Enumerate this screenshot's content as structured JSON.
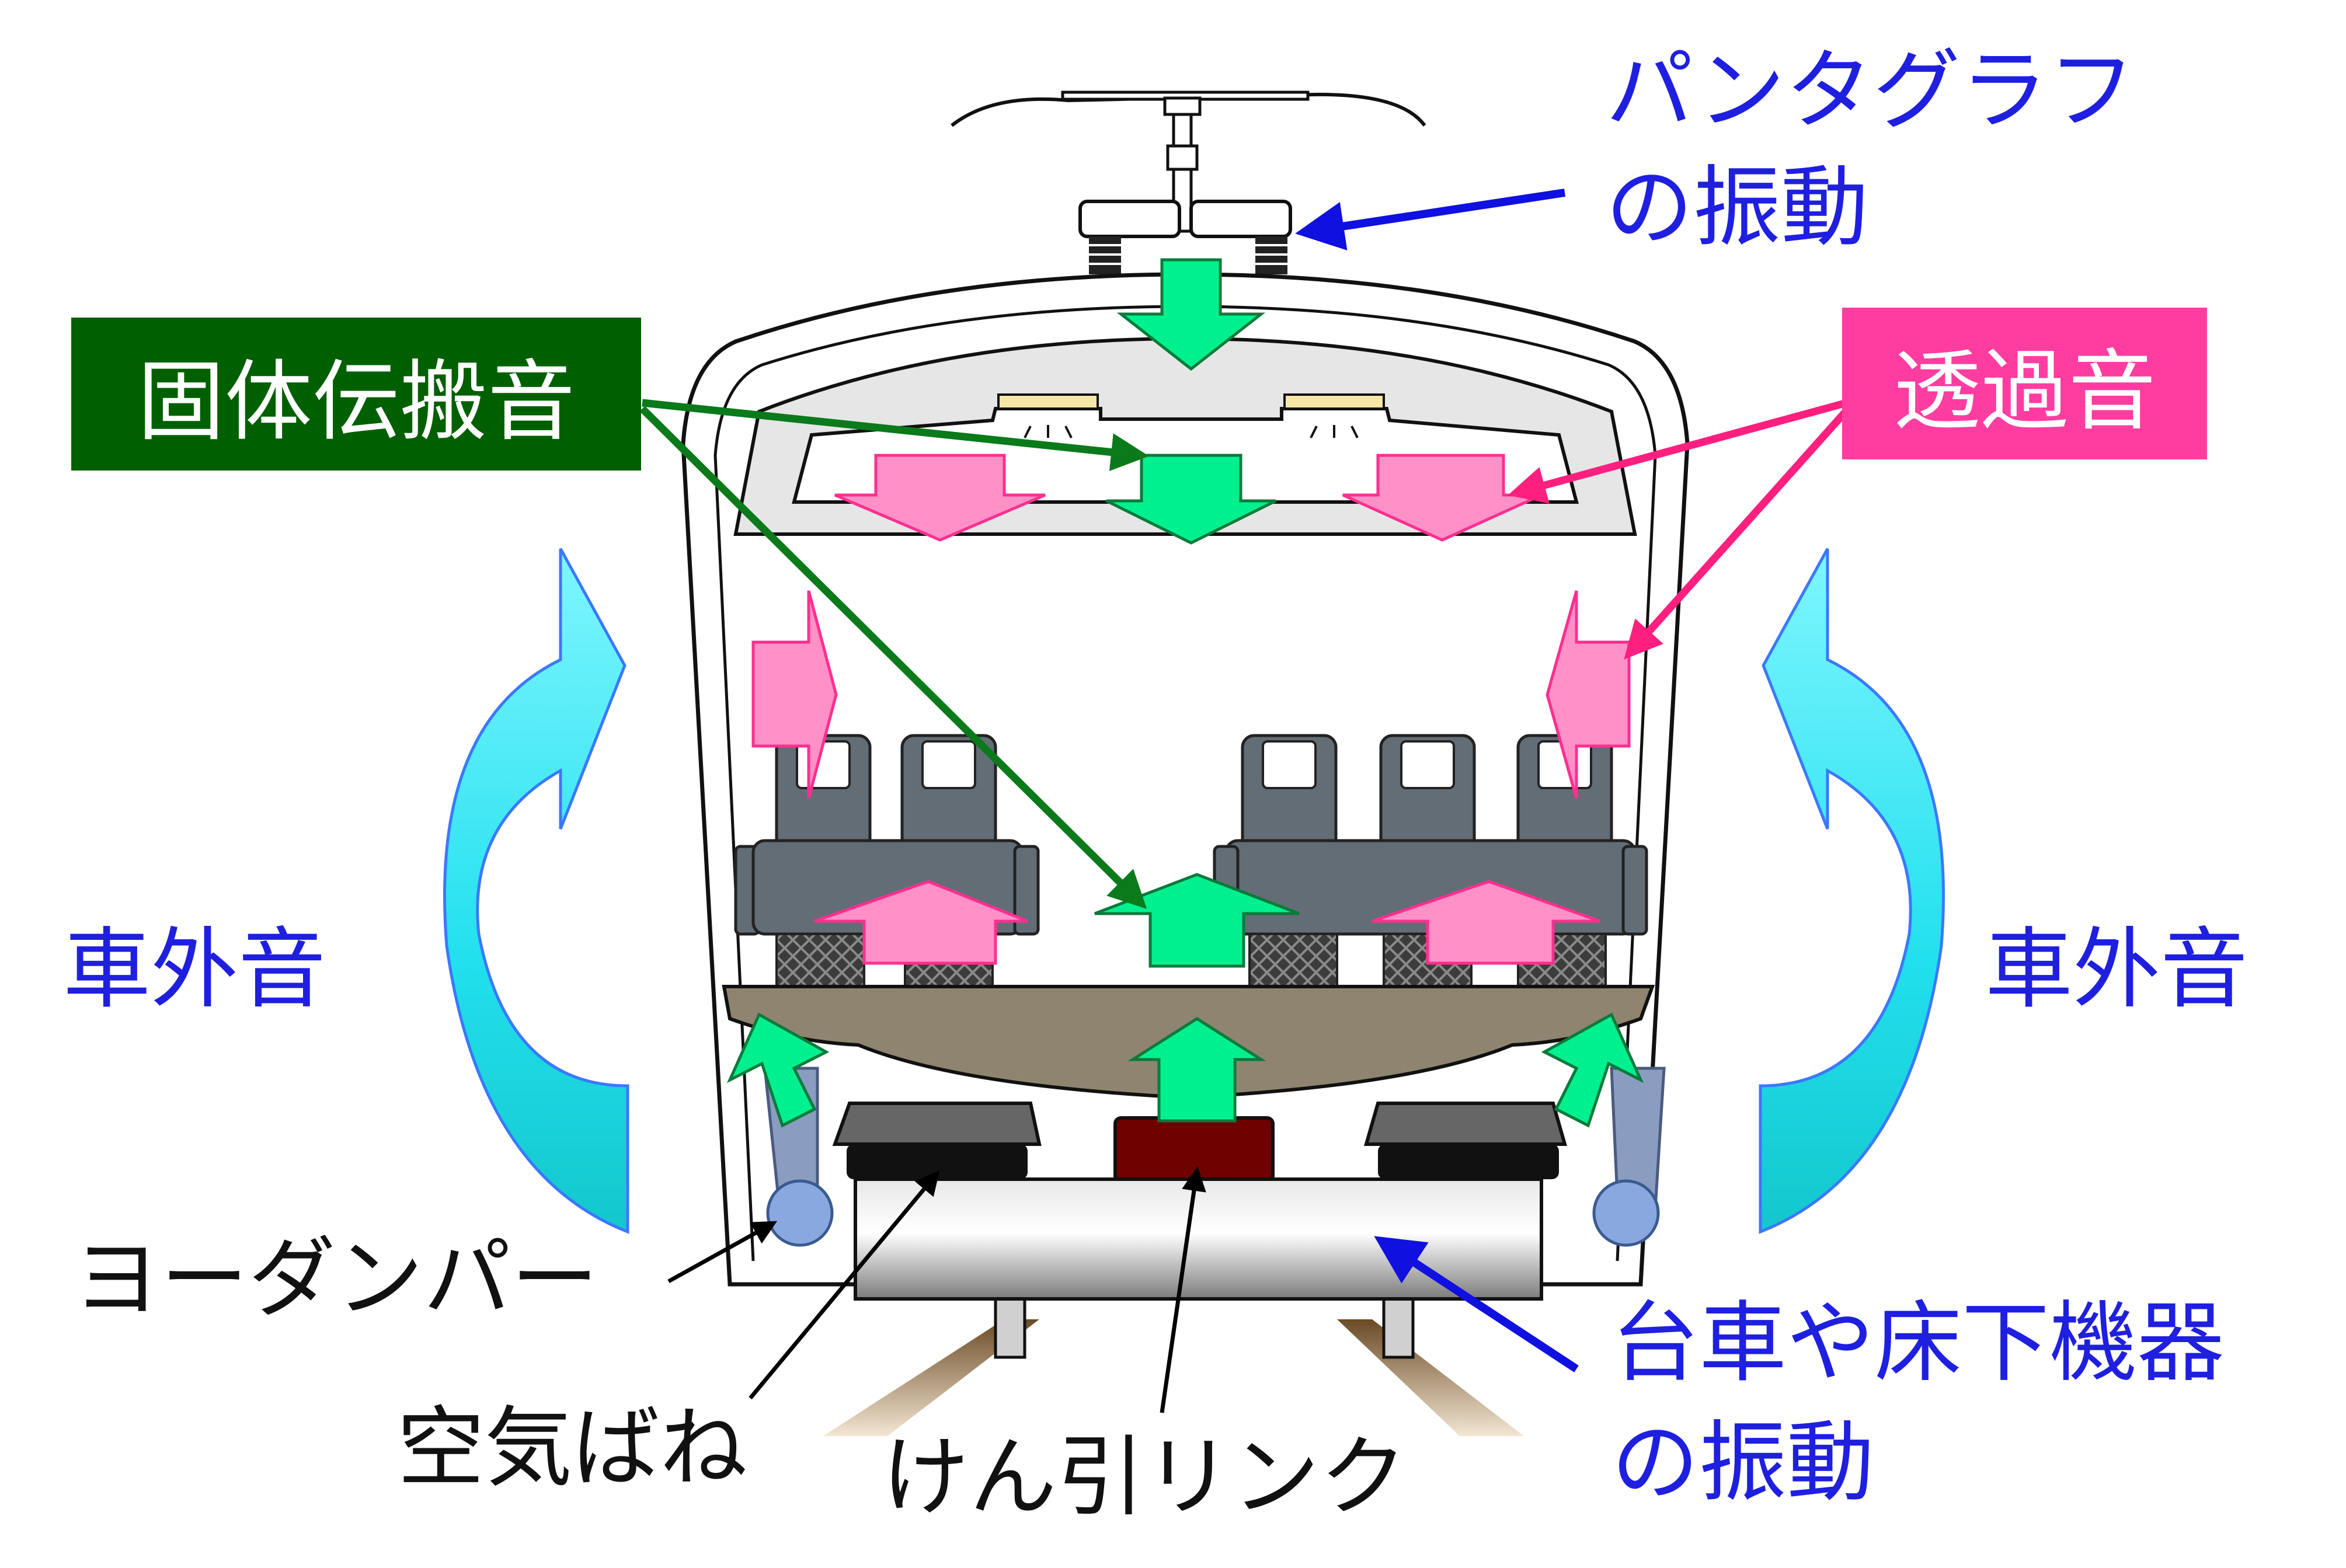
{
  "labels": {
    "pantograph": "パンタグラフ",
    "pantograph_vibration": "の振動",
    "solid_borne": "固体伝搬音",
    "transmitted": "透過音",
    "exterior_left": "車外音",
    "exterior_right": "車外音",
    "yaw_damper": "ヨーダンパー",
    "air_spring": "空気ばね",
    "traction_link": "けん引リンク",
    "bogie": "台車や床下機器",
    "bogie_vibration": "の振動"
  },
  "colors": {
    "label_blue": "#1f1fe0",
    "solid_borne_box": "#006000",
    "transmitted_box": "#ff3da0",
    "green_arrow": "#00f090",
    "pink_arrow": "#ff90c8",
    "cyan_arrow": "#22e8f0",
    "seat": "#636d75",
    "floor": "#8e8470",
    "traction": "#6e0000"
  },
  "icons": {
    "pantograph": "pantograph-icon",
    "seats": "seat-icon",
    "yaw_damper": "damper-icon",
    "air_spring": "air-spring-icon",
    "bogie": "bogie-icon"
  }
}
